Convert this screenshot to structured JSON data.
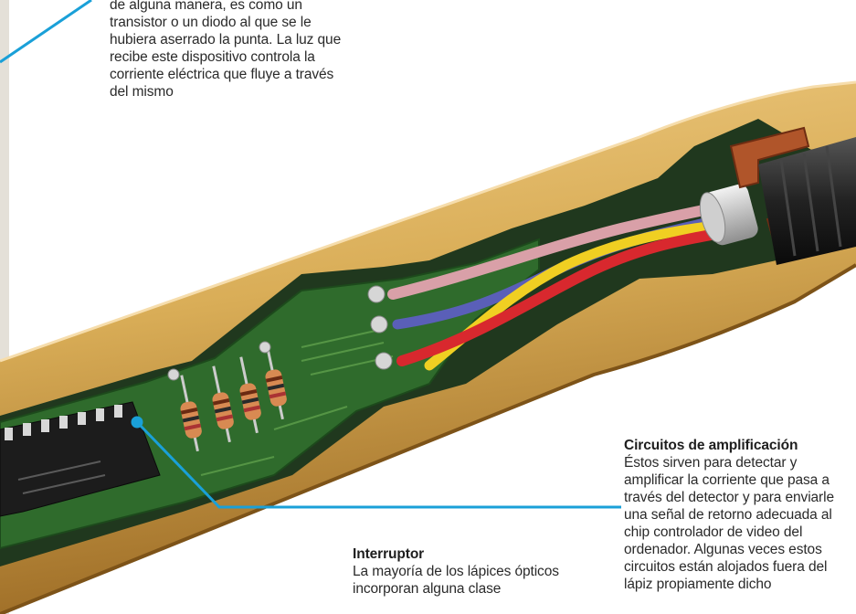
{
  "captions": {
    "top_body": "de alguna manera, es como un transistor o un diodo al que se le hubiera aserrado la punta. La luz que recibe este dispositivo controla la corriente eléctrica que fluye a través del mismo",
    "amp_title": "Circuitos de amplificación",
    "amp_body": "Éstos sirven para detectar y amplificar la corriente que pasa a través del detector y para enviarle una señal de retorno adecuada al chip controlador de video del ordenador. Algunas veces estos circuitos están alojados fuera del lápiz propiamente dicho",
    "switch_title": "Interruptor",
    "switch_body": "La mayoría de los lápices ópticos incorporan alguna clase"
  },
  "colors": {
    "pen_body": "#d9ad57",
    "pen_shadow": "#a9782c",
    "board": "#2f6b2c",
    "leader_line": "#1aa0d8",
    "wire_red": "#d8282e",
    "wire_yellow": "#f0cf22",
    "wire_blue": "#5a5fb8",
    "wire_pink": "#d9a0a8",
    "copper": "#b0552a"
  }
}
